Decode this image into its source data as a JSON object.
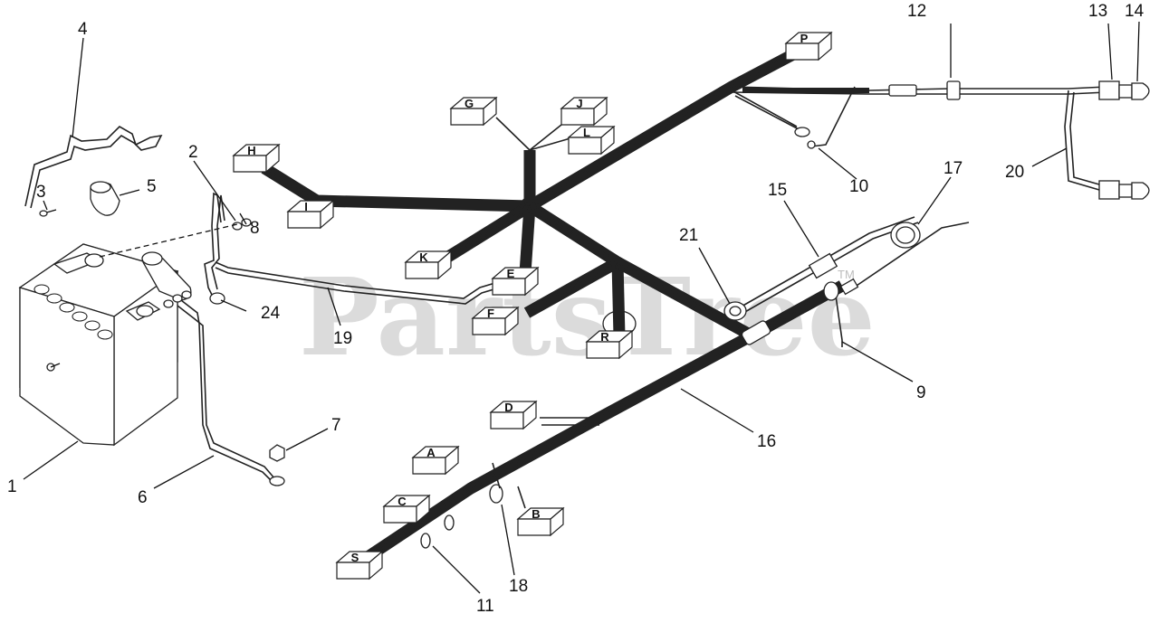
{
  "watermark": "PartsTree",
  "trademark": "TM",
  "callouts": [
    {
      "id": "c1",
      "label": "1"
    },
    {
      "id": "c2",
      "label": "2"
    },
    {
      "id": "c3",
      "label": "3"
    },
    {
      "id": "c4",
      "label": "4"
    },
    {
      "id": "c5",
      "label": "5"
    },
    {
      "id": "c6",
      "label": "6"
    },
    {
      "id": "c7",
      "label": "7"
    },
    {
      "id": "c8",
      "label": "8"
    },
    {
      "id": "c9",
      "label": "9"
    },
    {
      "id": "c10",
      "label": "10"
    },
    {
      "id": "c11",
      "label": "11"
    },
    {
      "id": "c12",
      "label": "12"
    },
    {
      "id": "c13",
      "label": "13"
    },
    {
      "id": "c14",
      "label": "14"
    },
    {
      "id": "c15",
      "label": "15"
    },
    {
      "id": "c16",
      "label": "16"
    },
    {
      "id": "c17",
      "label": "17"
    },
    {
      "id": "c18",
      "label": "18"
    },
    {
      "id": "c19",
      "label": "19"
    },
    {
      "id": "c20",
      "label": "20"
    },
    {
      "id": "c21",
      "label": "21"
    },
    {
      "id": "c24",
      "label": "24"
    }
  ],
  "connectors": {
    "A": "A",
    "B": "B",
    "C": "C",
    "D": "D",
    "E": "E",
    "F": "F",
    "G": "G",
    "H": "H",
    "I": "I",
    "J": "J",
    "K": "K",
    "L": "L",
    "P": "P",
    "R": "R",
    "S": "S"
  }
}
